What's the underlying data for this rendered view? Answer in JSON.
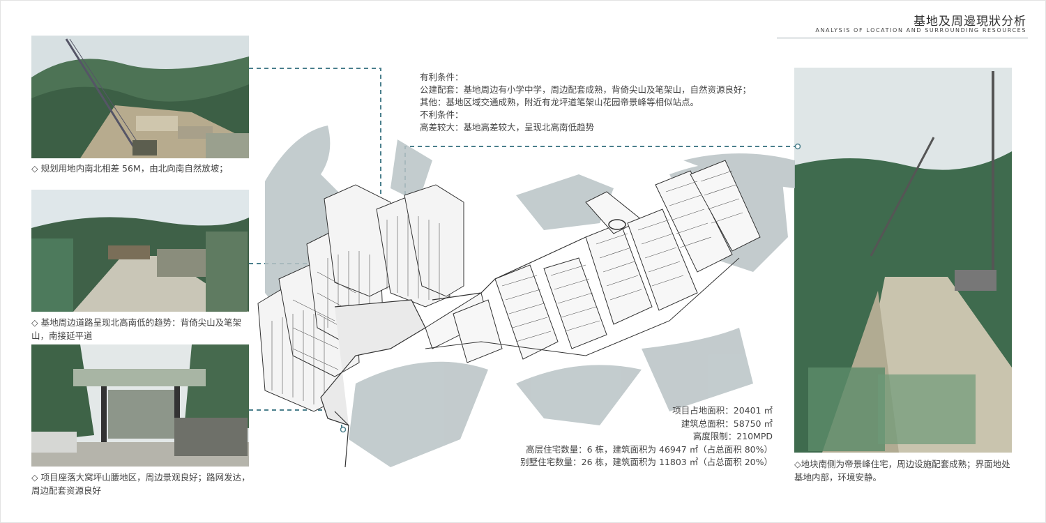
{
  "header": {
    "title": "基地及周邊現狀分析",
    "subtitle": "Analysis of location and surrounding resources"
  },
  "photos": [
    {
      "caption": "◇ 规划用地内南北相差 56M，由北向南自然放坡；"
    },
    {
      "caption": "◇ 基地周边道路呈现北高南低的趋势：背倚尖山及笔架山，南接延平道"
    },
    {
      "caption": "◇ 项目座落大窝坪山腰地区，周边景观良好；路网发达，周边配套资源良好"
    },
    {
      "caption": "◇地块南侧为帝景峰住宅，周边设施配套成熟；界面地处基地内部，环境安静。"
    }
  ],
  "conditions": {
    "favorable_heading": "有利条件：",
    "favorable_1": "公建配套：基地周边有小学中学，周边配套成熟，背倚尖山及笔架山，自然资源良好；",
    "favorable_2": "其他：基地区域交通成熟，附近有龙坪道笔架山花园帝景峰等相似站点。",
    "unfavorable_heading": "不利条件：",
    "unfavorable_1": "高差较大：基地高差较大，呈现北高南低趋势"
  },
  "stats": {
    "site_area": "项目占地面积：20401 ㎡",
    "gfa": "建筑总面积：58750 ㎡",
    "height_limit": "高度限制：210MPD",
    "highrise": "高层住宅数量：6 栋，建筑面积为 46947 ㎡（占总面积 80%）",
    "villa": "别墅住宅数量：26 栋，建筑面积为 11803 ㎡（占总面积 20%）"
  },
  "colors": {
    "accent_dashed": "#4a7f8c",
    "terrain_gray": "#b9c3c5",
    "photo_green": "#3f6a4a"
  }
}
